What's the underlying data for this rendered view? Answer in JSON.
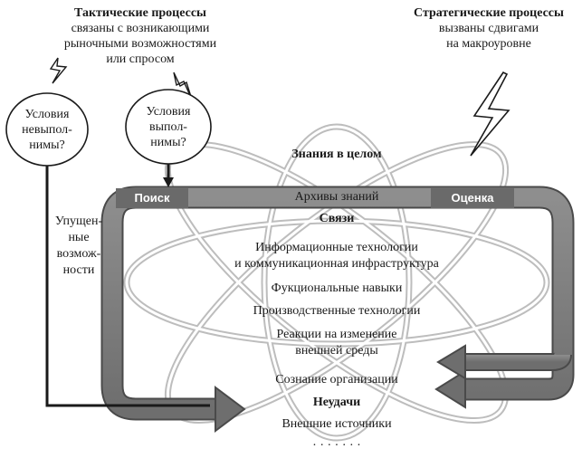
{
  "tactical": {
    "title": "Тактические процессы",
    "line1": "связаны с возникающими",
    "line2": "рыночными возможностями",
    "line3": "или спросом"
  },
  "strategic": {
    "title": "Стратегические процессы",
    "line1": "вызваны сдвигами",
    "line2": "на макроуровне"
  },
  "conditions": {
    "left": [
      "Условия",
      "невыпол-",
      "нимы?"
    ],
    "right": [
      "Условия",
      "выпол-",
      "нимы?"
    ]
  },
  "missed": [
    "Упущен-",
    "ные",
    "возмож-",
    "ности"
  ],
  "tabs": {
    "search": "Поиск",
    "evaluation": "Оценка"
  },
  "center": {
    "title": "Знания в целом",
    "archives": "Архивы знаний",
    "links": "Связи",
    "it_line1": "Информационные технологии",
    "it_line2": "и коммуникационная инфраструктура",
    "functional": "Фукциональные навыки",
    "production": "Производственные технологии",
    "reactions_line1": "Реакции на изменение",
    "reactions_line2": "внешней среды",
    "awareness": "Сознание организации",
    "failures": "Неудачи",
    "external": "Внешние источники",
    "ellipsis": "· · · · · · ·"
  }
}
